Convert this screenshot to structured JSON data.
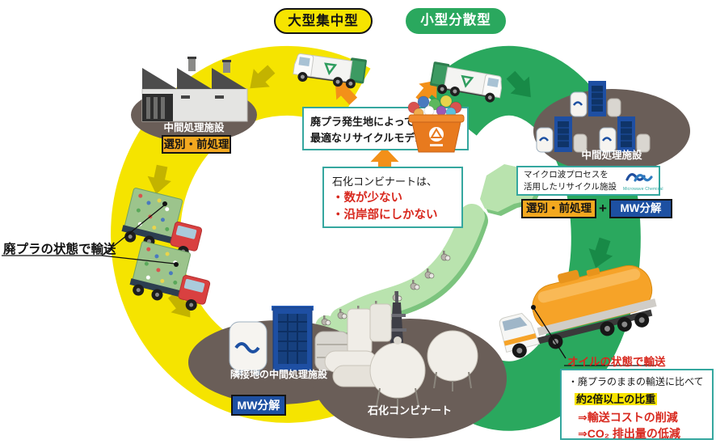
{
  "header": {
    "large_model": "大型集中型",
    "small_model": "小型分散型"
  },
  "center": {
    "model_box": {
      "line1": "廃プラ発生地によって",
      "line2": "最適なリサイクルモデルを"
    },
    "kombinat_box": {
      "title": "石化コンビナートは、",
      "bullet1": "・数が少ない",
      "bullet2": "・沿岸部にしかない"
    }
  },
  "left_cycle": {
    "facility_label": "中間処理施設",
    "pretreat_badge": "選別・前処理",
    "transport_note": "廃プラの状態で輸送",
    "adjacent_facility_label": "隣接地の中間処理施設",
    "mw_badge": "MW分解"
  },
  "right_cycle": {
    "facility_label": "中間処理施設",
    "process_box": {
      "line1": "マイクロ波プロセスを",
      "line2": "活用したリサイクル施設",
      "logo_text": "Microwave Chemical"
    },
    "pretreat_badge": "選別・前処理",
    "plus": "+",
    "mw_badge": "MW分解",
    "transport_note": "オイルの状態で輸送"
  },
  "bottom": {
    "complex_label": "石化コンビナート",
    "benefit_box": {
      "line1": "・廃プラのままの輸送に比べて",
      "line2": "約2倍以上の比重",
      "line3": "⇒輸送コストの削減",
      "line4": "⇒CO₂ 排出量の低減"
    }
  },
  "colors": {
    "yellow_cycle": "#f5e400",
    "green_cycle": "#2aa85e",
    "orange_accent": "#f39019",
    "teal_border": "#35a79f",
    "badge_orange": "#f3a81f",
    "badge_blue": "#1d50a2",
    "alert_red": "#d8281e",
    "ellipse_brown": "#6a5e58",
    "highlight_yellow": "#f8e400"
  }
}
